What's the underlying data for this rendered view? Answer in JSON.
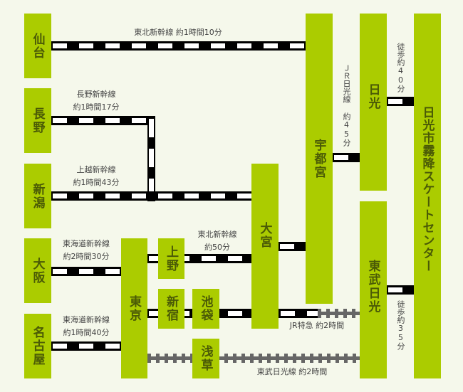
{
  "stations": {
    "sendai": "仙台",
    "nagano": "長野",
    "niigata": "新潟",
    "osaka": "大阪",
    "nagoya": "名古屋",
    "tokyo": "東京",
    "ueno": "上野",
    "shinjuku": "新宿",
    "ikebukuro": "池袋",
    "asakusa": "浅草",
    "omiya": "大宮",
    "utsunomiya": "宇都宮",
    "nikko": "日光",
    "tobu_nikko": "東武日光",
    "destination": "日光市霧降スケートセンター"
  },
  "routes": {
    "tohoku_sendai": "東北新幹線 約1時間10分",
    "nagano_line": "長野新幹線",
    "nagano_time": "約1時間17分",
    "joetsu_line": "上越新幹線",
    "joetsu_time": "約1時間43分",
    "tohoku_line": "東北新幹線",
    "tohoku_time": "約50分",
    "tokaido_osaka_line": "東海道新幹線",
    "tokaido_osaka_time": "約2時間30分",
    "tokaido_nagoya_line": "東海道新幹線",
    "tokaido_nagoya_time": "約1時間40分",
    "jr_nikko": "ＪＲ日光線 約45分",
    "walk_nikko": "徒歩約40分",
    "walk_tobu": "徒歩約35分",
    "jr_express": "JR特急 約2時間",
    "tobu_line": "東武日光線 約2時間"
  },
  "colors": {
    "station": "#abcc00",
    "background": "#f5f8eb",
    "jr_rail": "#000000",
    "private_rail": "#666666"
  }
}
